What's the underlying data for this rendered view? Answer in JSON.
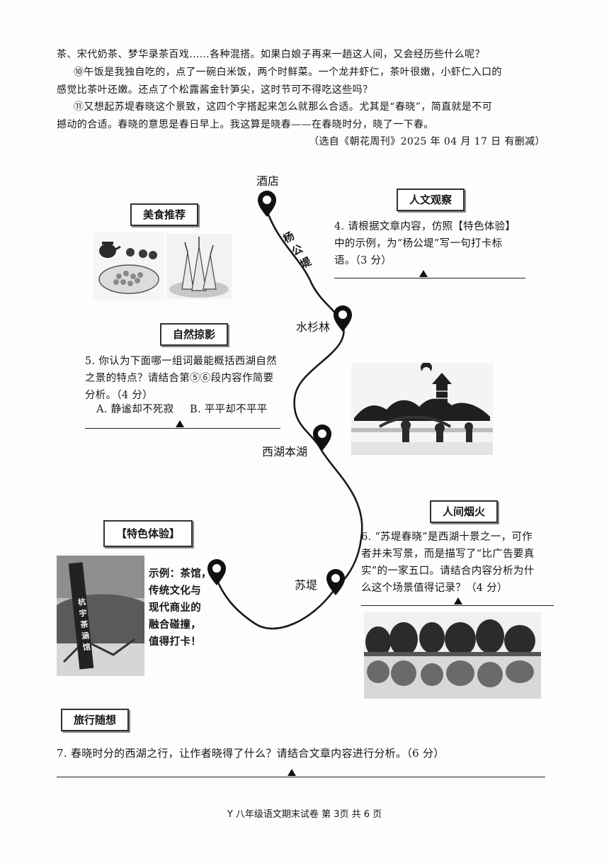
{
  "article": {
    "line1": "茶、宋代奶茶、梦华录茶百戏……各种混搭。如果白娘子再来一趟这人间，又会经历些什么呢？",
    "para10_l1": "⑩午饭是我独自吃的，点了一碗白米饭，两个时鲜菜。一个龙井虾仁，茶叶很嫩，小虾仁入口的",
    "para10_l2": "感觉比茶叶还嫩。还点了个松露酱金针笋尖，这时节可不得吃这些吗？",
    "para11_l1": "⑪又想起苏堤春晓这个景致，这四个字搭起来怎么就那么合适。尤其是“春晓”，简直就是不可",
    "para11_l2": "撼动的合适。春晓的意思是春日早上。我这算是晓春——在春晓时分，晓了一下春。",
    "source": "（选自《朝花周刊》2025 年 04 月 17 日  有删减）"
  },
  "map": {
    "stop_hotel": "酒店",
    "road_yanggongdi": [
      "杨",
      "公",
      "堤"
    ],
    "stop_shuishanlin": "水杉林",
    "stop_xihu": "西湖本湖",
    "stop_sudi": "苏堤"
  },
  "sections": {
    "food": {
      "title": "美食推荐"
    },
    "culture": {
      "title": "人文观察",
      "q_l1": "4. 请根据文章内容，仿照【特色体验】",
      "q_l2": "中的示例，为“杨公堤”写一句打卡标",
      "q_l3": "语。（3 分）"
    },
    "nature": {
      "title": "自然掠影",
      "q_l1": "5. 你认为下面哪一组词最能概括西湖自然",
      "q_l2": "之景的特点？请结合第⑤⑥段内容作简要",
      "q_l3": "分析。（4 分）",
      "opt_a": "A. 静谧却不死寂",
      "opt_b": "B. 平平却不平平"
    },
    "life": {
      "title": "人间烟火",
      "q_l1": "6. “苏堤春晓”是西湖十景之一，可作",
      "q_l2": "者并未写景，而是描写了“比广告要真",
      "q_l3": "实”的一家五口。请结合内容分析为什",
      "q_l4": "么这个场景值得记录？（4 分）"
    },
    "feature": {
      "title": "【特色体验】",
      "ex_l1": "示例：茶馆，",
      "ex_l2": "传统文化与",
      "ex_l3": "现代商业的",
      "ex_l4": "融合碰撞，",
      "ex_l5": "值得打卡！",
      "sign": "杭 宇 茶 涵 馆"
    },
    "travel": {
      "title": "旅行随想",
      "q": "7. 春晓时分的西湖之行，让作者晓得了什么？请结合文章内容进行分析。（6 分）"
    }
  },
  "footer": "Y 八年级语文期末试卷  第 3页  共 6 页",
  "colors": {
    "ink": "#161616",
    "paper": "#fdfdfb"
  }
}
